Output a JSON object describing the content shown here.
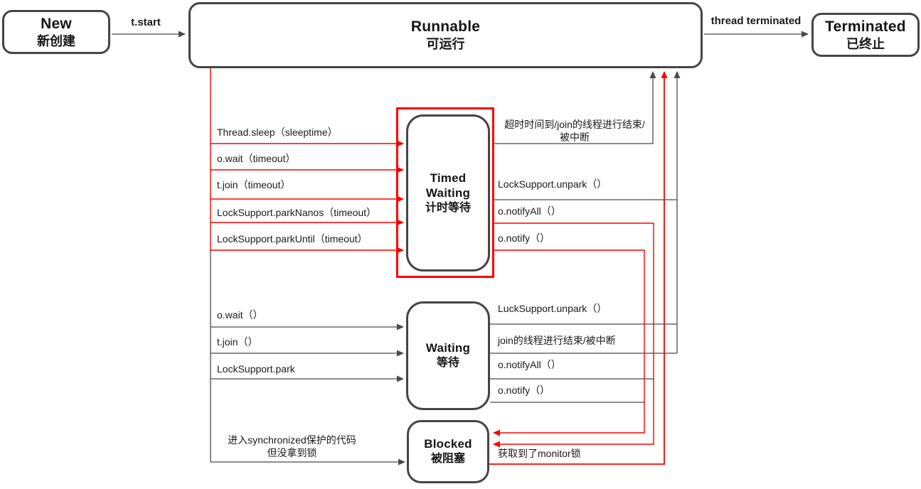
{
  "diagram_title": "Java thread state transitions",
  "colors": {
    "red_accent": "#fa0000",
    "gray_line": "#4a4a4a",
    "box_border": "#454545"
  },
  "states": {
    "new": {
      "en": "New",
      "zh": "新创建"
    },
    "runnable": {
      "en": "Runnable",
      "zh": "可运行"
    },
    "timed_waiting": {
      "en1": "Timed",
      "en2": "Waiting",
      "zh": "计时等待"
    },
    "waiting": {
      "en": "Waiting",
      "zh": "等待"
    },
    "blocked": {
      "en": "Blocked",
      "zh": "被阻塞"
    },
    "terminated": {
      "en": "Terminated",
      "zh": "已终止"
    }
  },
  "edges": {
    "t_start": "t.start",
    "thread_terminated": "thread terminated",
    "runnable_to_timed": [
      "Thread.sleep（sleeptime）",
      "o.wait（timeout）",
      "t.join（timeout）",
      "LockSupport.parkNanos（timeout）",
      "LockSupport.parkUntil（timeout）"
    ],
    "runnable_to_waiting": [
      "o.wait（）",
      "t.join（）",
      "LockSupport.park"
    ],
    "runnable_to_blocked_line1": "进入synchronized保护的代码",
    "runnable_to_blocked_line2": "但没拿到锁",
    "timed_to_runnable_timeout_line1": "超时时间到/join的线程进行结束/",
    "timed_to_runnable_timeout_line2": "被中断",
    "timed_to_runnable_unpark": "LockSupport.unpark（）",
    "timed_to_blocked_notifyall": "o.notifyAll（）",
    "timed_to_blocked_notify": "o.notify（）",
    "waiting_to_runnable_unpark": "LuckSupport.unpark（）",
    "waiting_to_runnable_join_end": "join的线程进行结束/被中断",
    "waiting_to_blocked_notifyall": "o.notifyAll（）",
    "waiting_to_blocked_notify": "o.notify（）",
    "blocked_to_runnable_monitor": "获取到了monitor锁"
  }
}
